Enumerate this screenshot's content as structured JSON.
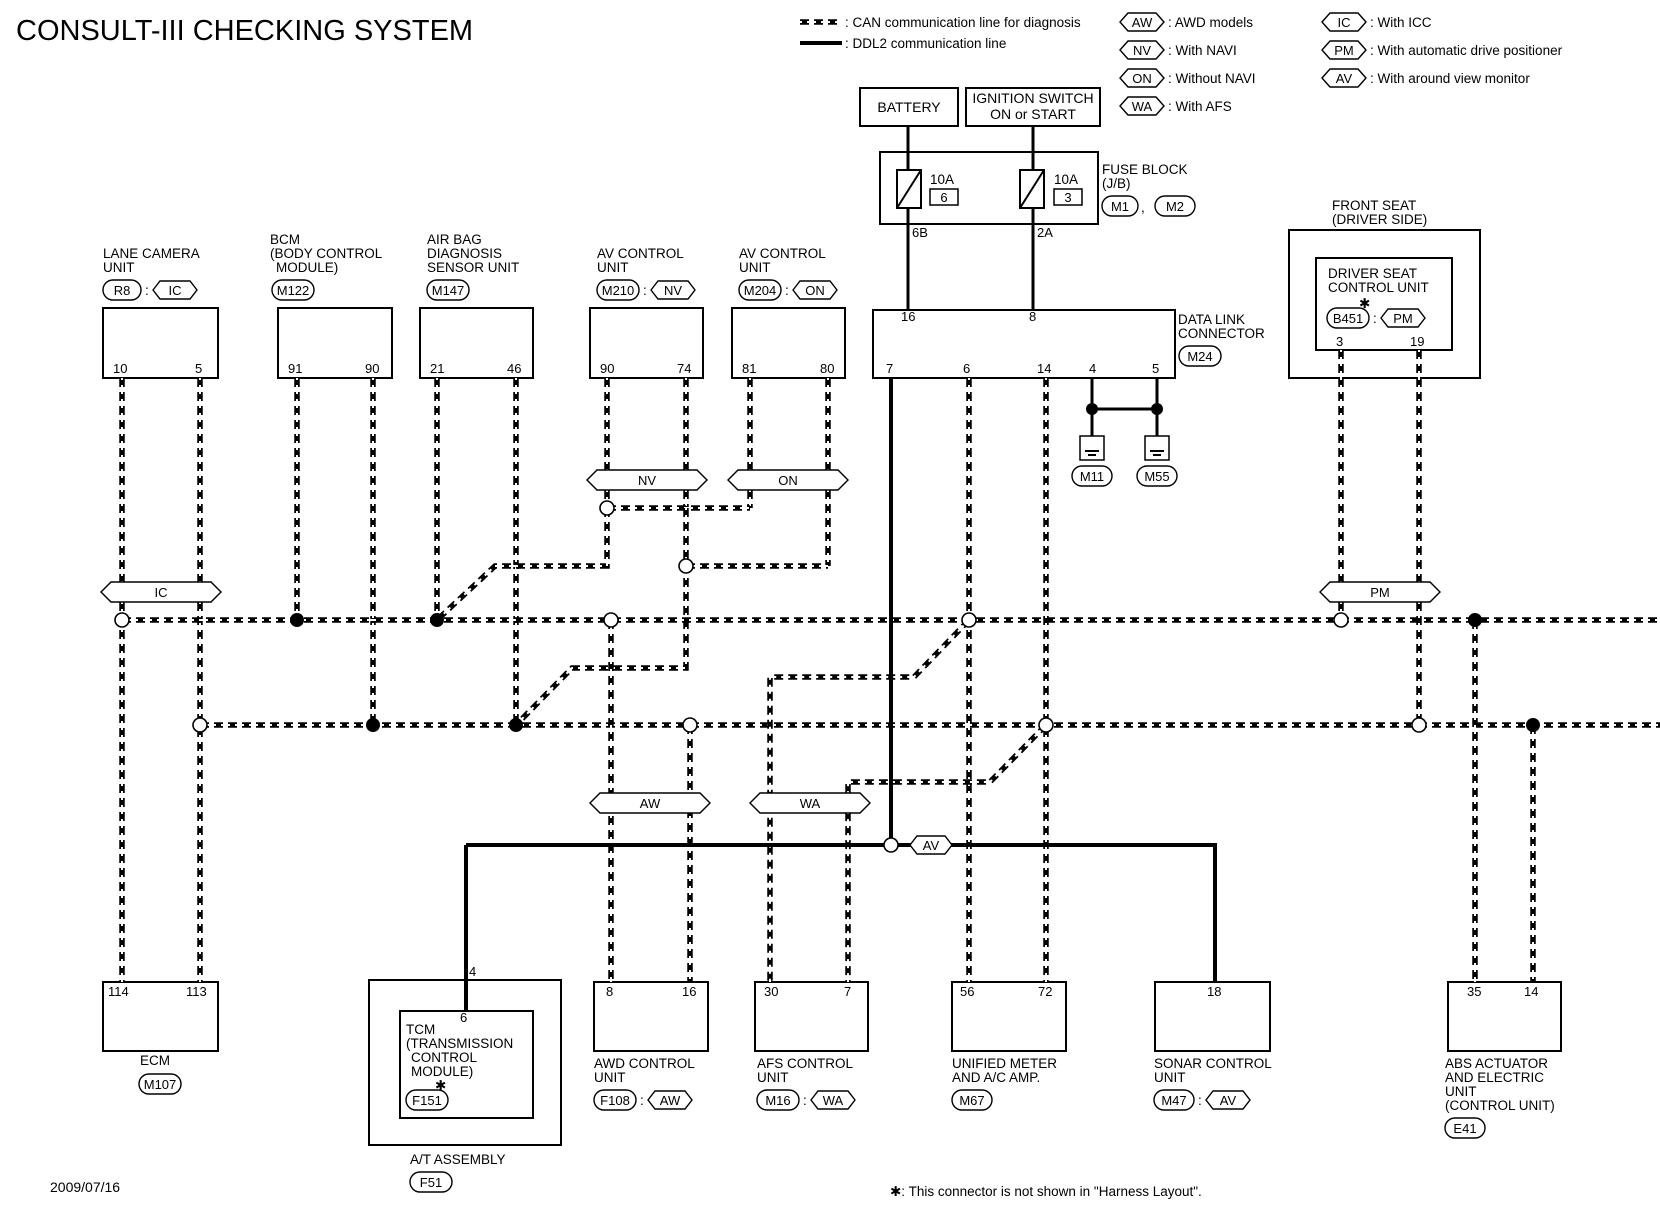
{
  "title": "CONSULT-III CHECKING SYSTEM",
  "date": "2009/07/16",
  "footnote": "✱: This connector is not shown in \"Harness Layout\".",
  "legend": {
    "can_line": ": CAN communication line for diagnosis",
    "ddl2_line": ": DDL2 communication line",
    "codes": [
      {
        "code": "AW",
        "text": ": AWD models"
      },
      {
        "code": "NV",
        "text": ": With NAVI"
      },
      {
        "code": "ON",
        "text": ": Without NAVI"
      },
      {
        "code": "WA",
        "text": ": With AFS"
      },
      {
        "code": "IC",
        "text": ": With ICC"
      },
      {
        "code": "PM",
        "text": ": With automatic drive positioner"
      },
      {
        "code": "AV",
        "text": ": With around view monitor"
      }
    ]
  },
  "power": {
    "battery": "BATTERY",
    "ignition_line1": "IGNITION SWITCH",
    "ignition_line2": "ON or START",
    "fuse_block_line1": "FUSE BLOCK",
    "fuse_block_line2": "(J/B)",
    "fuse_conn1": "M1",
    "fuse_conn2": "M2",
    "fuse1_rating": "10A",
    "fuse1_no": "6",
    "fuse1_term": "6B",
    "fuse2_rating": "10A",
    "fuse2_no": "3",
    "fuse2_term": "2A"
  },
  "top_units": {
    "lane_camera": {
      "l1": "LANE CAMERA",
      "l2": "UNIT",
      "conn": "R8",
      "code": "IC",
      "p1": "10",
      "p2": "5"
    },
    "bcm": {
      "l1": "BCM",
      "l2": "(BODY CONTROL",
      "l3": "MODULE)",
      "conn": "M122",
      "p1": "91",
      "p2": "90"
    },
    "airbag": {
      "l1": "AIR BAG",
      "l2": "DIAGNOSIS",
      "l3": "SENSOR UNIT",
      "conn": "M147",
      "p1": "21",
      "p2": "46"
    },
    "av_nv": {
      "l1": "AV CONTROL",
      "l2": "UNIT",
      "conn": "M210",
      "code": "NV",
      "p1": "90",
      "p2": "74"
    },
    "av_on": {
      "l1": "AV CONTROL",
      "l2": "UNIT",
      "conn": "M204",
      "code": "ON",
      "p1": "81",
      "p2": "80"
    },
    "dlc": {
      "l1": "DATA LINK",
      "l2": "CONNECTOR",
      "conn": "M24",
      "top1": "16",
      "top2": "8",
      "b1": "7",
      "b2": "6",
      "b3": "14",
      "b4": "4",
      "b5": "5"
    },
    "ground1": "M11",
    "ground2": "M55",
    "front_seat": {
      "l1": "FRONT SEAT",
      "l2": "(DRIVER SIDE)",
      "u1": "DRIVER SEAT",
      "u2": "CONTROL UNIT",
      "conn": "B451",
      "code": "PM",
      "p1": "3",
      "p2": "19",
      "star": "✱"
    }
  },
  "bus_tags": {
    "ic": "IC",
    "nv": "NV",
    "on": "ON",
    "pm": "PM",
    "aw": "AW",
    "wa": "WA",
    "av": "AV"
  },
  "bottom_units": {
    "ecm": {
      "label": "ECM",
      "conn": "M107",
      "p1": "114",
      "p2": "113"
    },
    "at": {
      "l1": "TCM",
      "l2": "(TRANSMISSION",
      "l3": "CONTROL",
      "l4": "MODULE)",
      "conn": "F151",
      "outer_pin": "4",
      "inner_pin": "6",
      "assy": "A/T ASSEMBLY",
      "assy_conn": "F51",
      "star": "✱"
    },
    "awd": {
      "l1": "AWD CONTROL",
      "l2": "UNIT",
      "conn": "F108",
      "code": "AW",
      "p1": "8",
      "p2": "16"
    },
    "afs": {
      "l1": "AFS CONTROL",
      "l2": "UNIT",
      "conn": "M16",
      "code": "WA",
      "p1": "30",
      "p2": "7"
    },
    "meter": {
      "l1": "UNIFIED METER",
      "l2": "AND A/C AMP.",
      "conn": "M67",
      "p1": "56",
      "p2": "72"
    },
    "sonar": {
      "l1": "SONAR CONTROL",
      "l2": "UNIT",
      "conn": "M47",
      "code": "AV",
      "p1": "18"
    },
    "abs": {
      "l1": "ABS ACTUATOR",
      "l2": "AND ELECTRIC",
      "l3": "UNIT",
      "l4": "(CONTROL UNIT)",
      "conn": "E41",
      "p1": "35",
      "p2": "14"
    }
  }
}
